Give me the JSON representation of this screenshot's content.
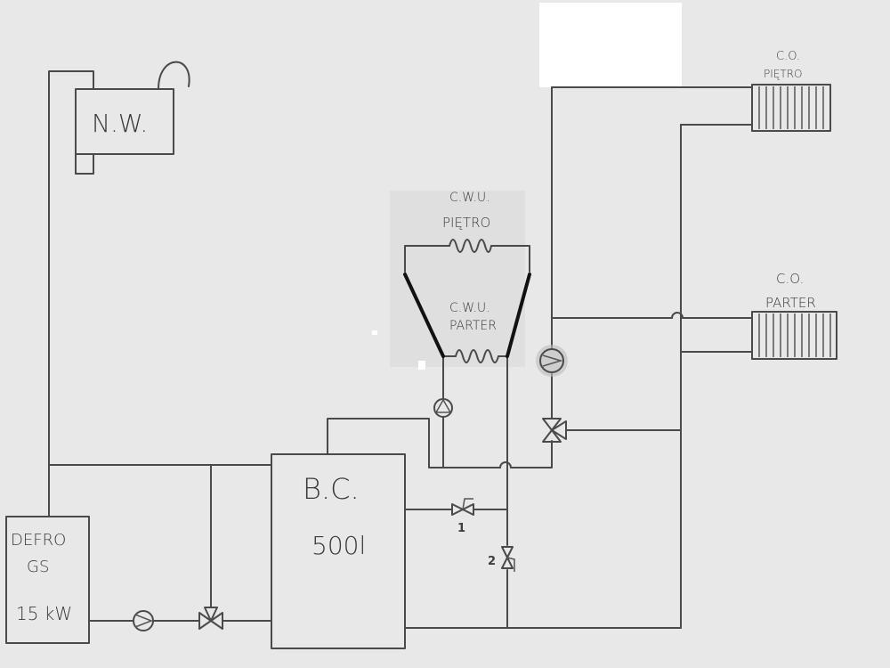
{
  "labels": {
    "nw": "N.W.",
    "boiler_line1": "DEFRO",
    "boiler_line2": "GS",
    "boiler_line3": "15 kW",
    "tank_line1": "B.C.",
    "tank_line2": "500l",
    "cwu_upper_line1": "C.W.U.",
    "cwu_upper_line2": "PIĘTRO",
    "cwu_lower_line1": "C.W.U.",
    "cwu_lower_line2": "PARTER",
    "co_upper_line1": "C.O.",
    "co_upper_line2": "PIĘTRO",
    "co_lower_line1": "C.O.",
    "co_lower_line2": "PARTER",
    "valve1": "1",
    "valve2": "2"
  },
  "colors": {
    "paper": "#e6e6e6",
    "ink": "#4a4a4a",
    "marker": "#111111",
    "highlight": "#d8d8d8",
    "white_patch": "#ffffff"
  }
}
